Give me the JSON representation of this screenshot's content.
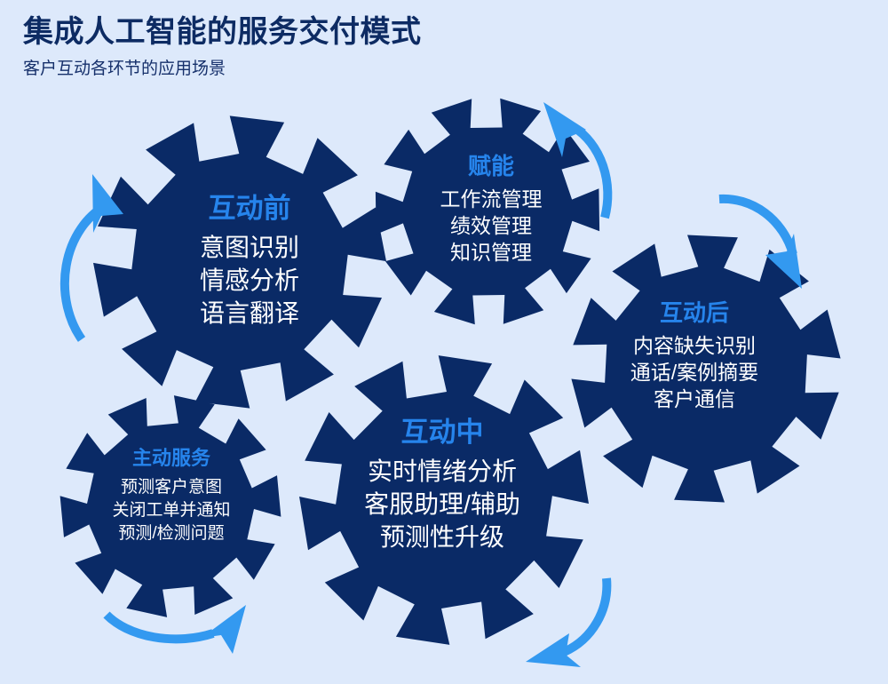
{
  "header": {
    "title": "集成人工智能的服务交付模式",
    "subtitle": "客户互动各环节的应用场景"
  },
  "colors": {
    "background": "#dde9fb",
    "gear_fill": "#0a2a66",
    "heading_accent": "#2684ec",
    "arrow": "#3399f0",
    "title": "#0d2b63",
    "body_text": "#ffffff"
  },
  "gears": [
    {
      "id": "pre-interaction",
      "heading": "互动前",
      "lines": [
        "意图识别",
        "情感分析",
        "语言翻译"
      ]
    },
    {
      "id": "enablement",
      "heading": "赋能",
      "lines": [
        "工作流管理",
        "绩效管理",
        "知识管理"
      ]
    },
    {
      "id": "post-interaction",
      "heading": "互动后",
      "lines": [
        "内容缺失识别",
        "通话/案例摘要",
        "客户通信"
      ]
    },
    {
      "id": "during-interaction",
      "heading": "互动中",
      "lines": [
        "实时情绪分析",
        "客服助理/辅助",
        "预测性升级"
      ]
    },
    {
      "id": "proactive-service",
      "heading": "主动服务",
      "lines": [
        "预测客户意图",
        "关闭工单并通知",
        "预测/检测问题"
      ]
    }
  ],
  "arrows": [
    {
      "id": "arrow-left-up",
      "direction": "counterclockwise-up"
    },
    {
      "id": "arrow-top-upleft",
      "direction": "counterclockwise-upleft"
    },
    {
      "id": "arrow-right-down",
      "direction": "clockwise-down"
    },
    {
      "id": "arrow-bottom-left",
      "direction": "clockwise-left"
    },
    {
      "id": "arrow-bottomleft-right",
      "direction": "clockwise-upright"
    }
  ]
}
